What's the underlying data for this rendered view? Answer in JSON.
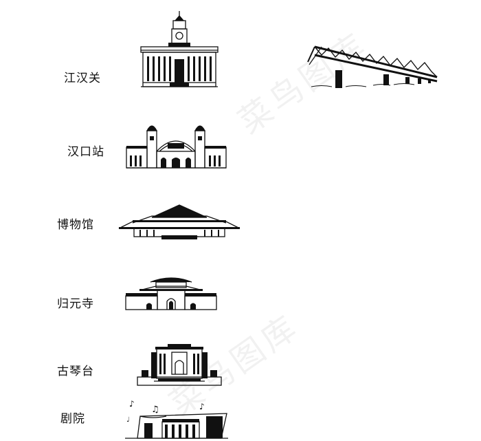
{
  "labels": {
    "jianghanguan": "江汉关",
    "hankou_station": "汉口站",
    "museum": "博物馆",
    "guiyuan_temple": "归元寺",
    "guqin_platform": "古琴台",
    "theater": "剧院"
  },
  "watermark": "菜鸟图库",
  "colors": {
    "ink": "#111111",
    "background": "#ffffff"
  }
}
